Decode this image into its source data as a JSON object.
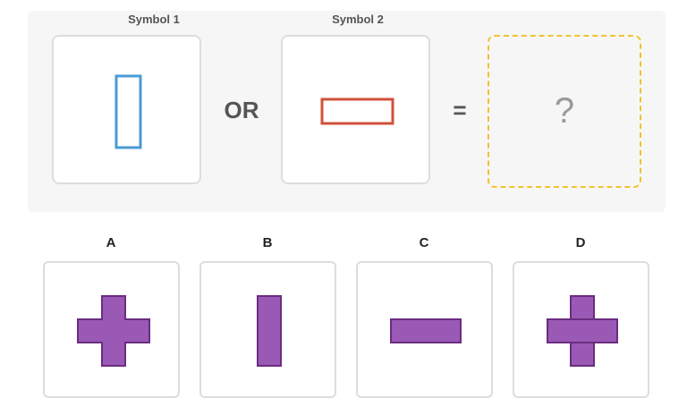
{
  "puzzle": {
    "symbol1_label": "Symbol 1",
    "symbol2_label": "Symbol 2",
    "operator": "OR",
    "equals": "=",
    "answer_placeholder": "?"
  },
  "options": [
    {
      "label": "A",
      "shape": "plus-full"
    },
    {
      "label": "B",
      "shape": "vertical-bar"
    },
    {
      "label": "C",
      "shape": "horizontal-bar"
    },
    {
      "label": "D",
      "shape": "plus-outlined-parts"
    }
  ],
  "colors": {
    "symbol1_stroke": "#4a9bd6",
    "symbol2_stroke": "#d0503a",
    "option_fill": "#9b59b6",
    "option_stroke": "#6a2d80",
    "answer_border": "#f2c230"
  }
}
